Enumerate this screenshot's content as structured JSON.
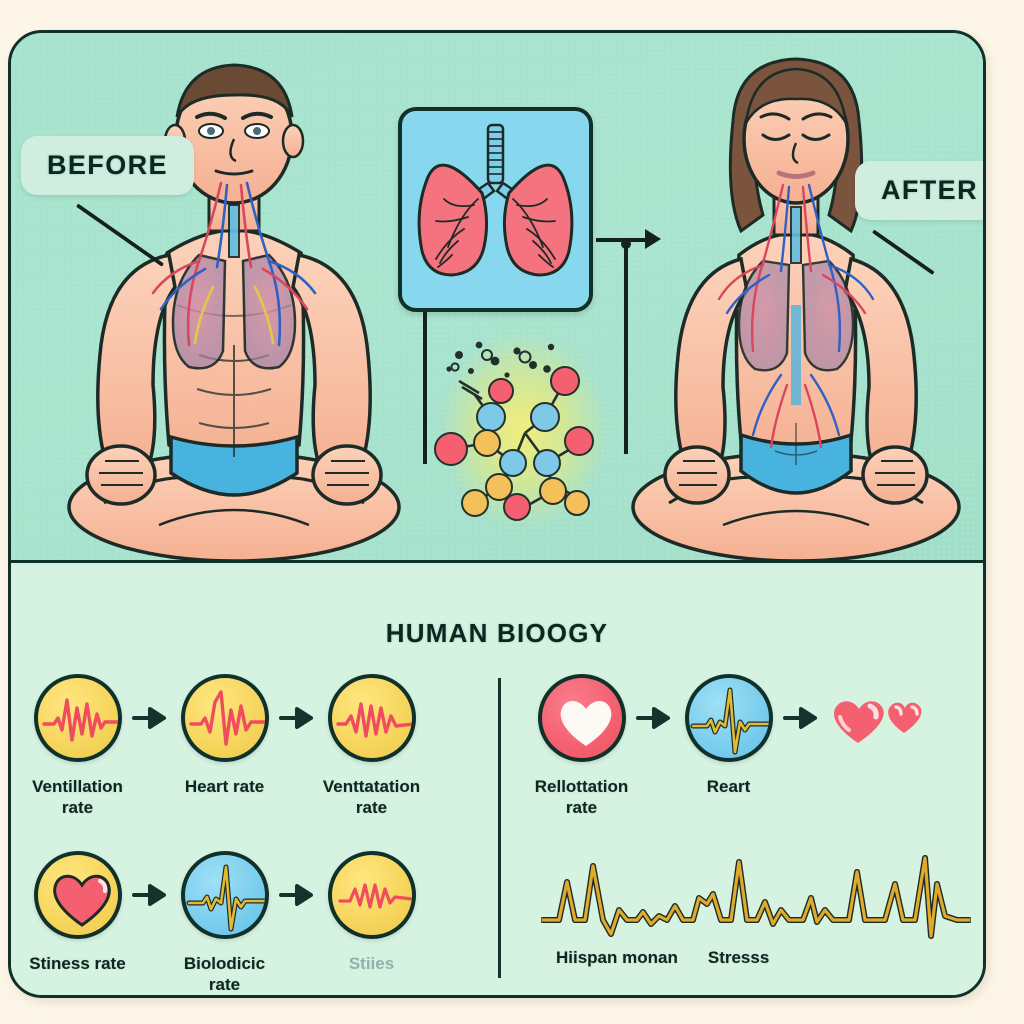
{
  "frame": {
    "top_panel_bg": "#a9e4cf",
    "bottom_panel_bg": "#d6f3e2",
    "outer_bg": "#fdf6e8",
    "border_color": "#10302a"
  },
  "top_panel": {
    "callouts": [
      {
        "id": "before",
        "label": "BEFORE"
      },
      {
        "id": "after",
        "label": "AFTER"
      }
    ],
    "figures": [
      {
        "id": "figure-before",
        "name": "seated-male-figure-with-respiratory-system",
        "pose": "lotus",
        "expression": "neutral",
        "hair_color": "#6b4a35",
        "skin_color": "#f7bfa4",
        "shorts_color": "#49b3e0"
      },
      {
        "id": "figure-after",
        "name": "seated-female-figure-with-respiratory-system",
        "pose": "lotus",
        "expression": "eyes-closed",
        "hair_color": "#7a543c",
        "skin_color": "#f7bfa4",
        "shorts_color": "#49b3e0"
      }
    ],
    "lung_card": {
      "name": "lungs-diagram",
      "bg": "#87d8ef",
      "lung_color": "#f4737f",
      "trachea_color": "#6cc4e2"
    },
    "molecule": {
      "name": "molecule-diagram",
      "atom_colors": [
        "#f4606f",
        "#7ec9e8",
        "#f3c05a"
      ],
      "glow_color": "#f2e96f"
    }
  },
  "bottom_panel": {
    "title": "HUMAN BIOOGY",
    "left_group": {
      "row1": [
        {
          "icon": "ecg-waveform-icon",
          "disc": "yellow",
          "wave": "red",
          "label": "Ventillation rate",
          "muted": false
        },
        {
          "icon": "ecg-waveform-icon",
          "disc": "yellow",
          "wave": "red",
          "label": "Heart rate",
          "muted": false
        },
        {
          "icon": "ecg-waveform-icon",
          "disc": "yellow",
          "wave": "red",
          "label": "Venttatation rate",
          "muted": false
        }
      ],
      "row2": [
        {
          "icon": "heart-icon",
          "disc": "yellow",
          "wave": "red",
          "label": "Stiness rate",
          "muted": false
        },
        {
          "icon": "ecg-waveform-icon",
          "disc": "blue",
          "wave": "gold",
          "label": "Biolodicic rate",
          "muted": false
        },
        {
          "icon": "ecg-waveform-icon",
          "disc": "yellow",
          "wave": "red",
          "label": "Stiies",
          "muted": true
        }
      ]
    },
    "right_group": {
      "row1": [
        {
          "icon": "heart-icon",
          "disc": "red",
          "wave": "white",
          "label": "Rellottation rate",
          "muted": false
        },
        {
          "icon": "ecg-waveform-icon",
          "disc": "blue",
          "wave": "gold",
          "label": "Reart",
          "muted": false
        },
        {
          "icon": "two-hearts-icon",
          "disc": "none",
          "wave": "none",
          "label": "",
          "muted": false
        }
      ],
      "waveform": {
        "name": "long-ecg-waveform",
        "color": "#d9a326"
      },
      "waveform_labels": [
        "Hiispan monan",
        "Stresss"
      ]
    },
    "arrow_label": "arrow-right-icon",
    "divider": "vertical-divider"
  }
}
